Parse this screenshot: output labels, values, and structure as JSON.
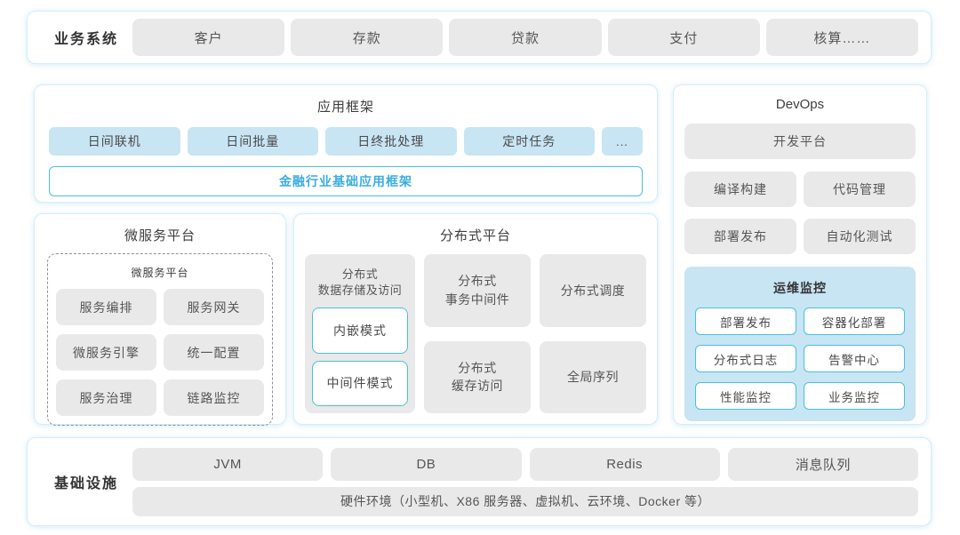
{
  "colors": {
    "section_border": "#d6edf6",
    "gray_box_bg": "#e9e9e9",
    "blue_box_bg": "#c8e5f4",
    "teal_border": "#49c0dc",
    "teal_text": "#3badde",
    "title_text": "#3d3d3d",
    "box_text": "#555555"
  },
  "business_systems": {
    "label": "业务系统",
    "items": [
      "客户",
      "存款",
      "贷款",
      "支付",
      "核算……"
    ]
  },
  "app_framework": {
    "title": "应用框架",
    "items": [
      "日间联机",
      "日间批量",
      "日终批处理",
      "定时任务"
    ],
    "more": "...",
    "base_framework": "金融行业基础应用框架"
  },
  "devops": {
    "title": "DevOps",
    "dev_platform": "开发平台",
    "items": [
      "编译构建",
      "代码管理",
      "部署发布",
      "自动化测试"
    ],
    "ops_monitoring": {
      "title": "运维监控",
      "items": [
        "部署发布",
        "容器化部署",
        "分布式日志",
        "告警中心",
        "性能监控",
        "业务监控"
      ]
    }
  },
  "microservice_platform": {
    "title": "微服务平台",
    "inner_title": "微服务平台",
    "items": [
      "服务编排",
      "服务网关",
      "微服务引擎",
      "统一配置",
      "服务治理",
      "链路监控"
    ]
  },
  "distributed_platform": {
    "title": "分布式平台",
    "storage": {
      "title": "分布式\n数据存储及访问",
      "modes": [
        "内嵌模式",
        "中间件模式"
      ]
    },
    "cells": [
      "分布式\n事务中间件",
      "分布式调度",
      "分布式\n缓存访问",
      "全局序列"
    ]
  },
  "infrastructure": {
    "label": "基础设施",
    "items": [
      "JVM",
      "DB",
      "Redis",
      "消息队列"
    ],
    "hardware": "硬件环境（小型机、X86 服务器、虚拟机、云环境、Docker 等）"
  }
}
